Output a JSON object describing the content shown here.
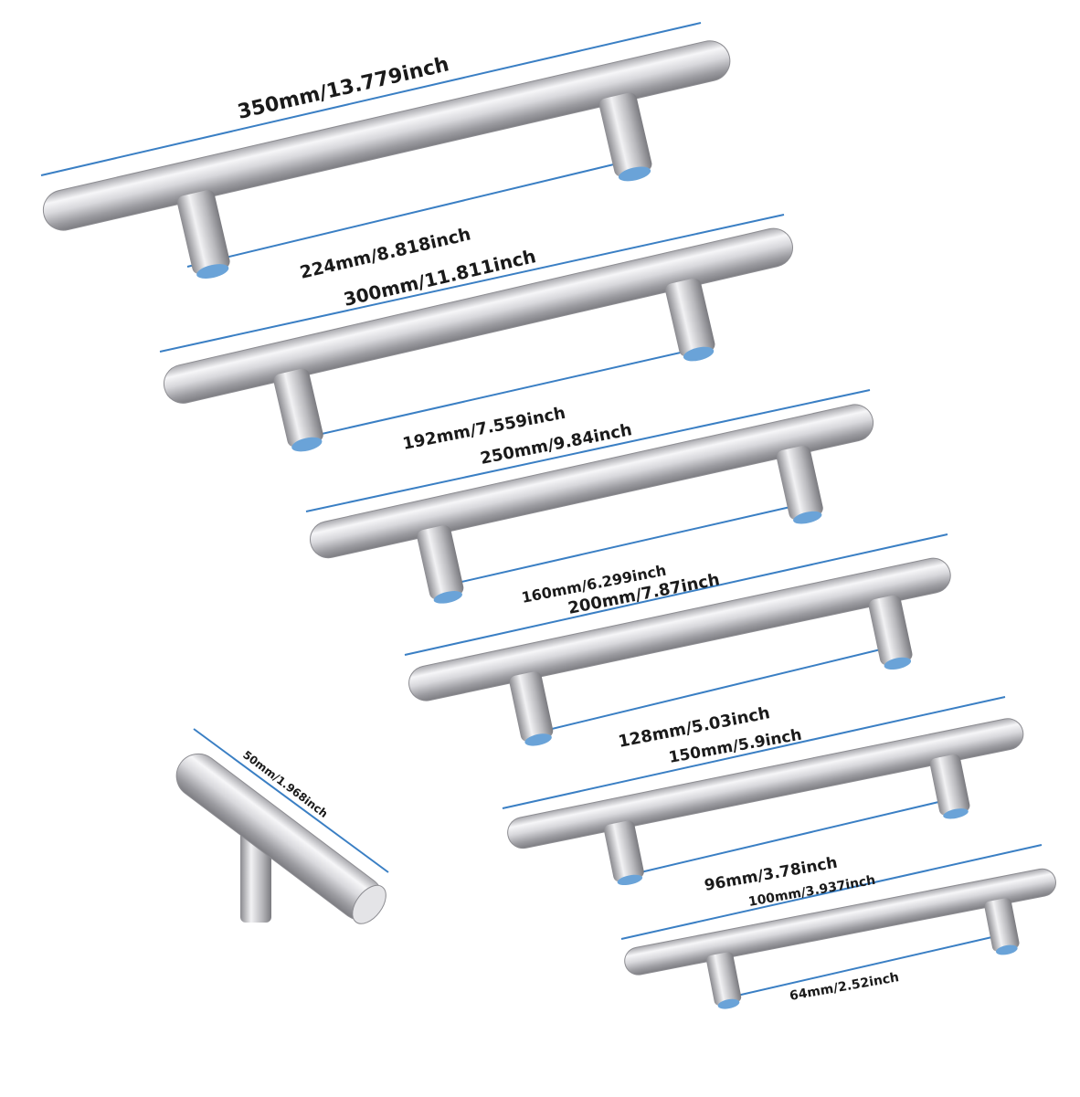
{
  "colors": {
    "measure_line": "#3a7fc4",
    "steel_light": "#f4f4f6",
    "steel_mid": "#c9c9cd",
    "steel_dark": "#8d8d92",
    "foot_cap": "#6aa3d8",
    "label_text": "#1a1a1a"
  },
  "handles": [
    {
      "length_label": "350mm/13.779inch",
      "hole_label": "224mm/8.818inch"
    },
    {
      "length_label": "300mm/11.811inch",
      "hole_label": "192mm/7.559inch"
    },
    {
      "length_label": "250mm/9.84inch",
      "hole_label": "160mm/6.299inch"
    },
    {
      "length_label": "200mm/7.87inch",
      "hole_label": "128mm/5.03inch"
    },
    {
      "length_label": "150mm/5.9inch",
      "hole_label": "96mm/3.78inch"
    },
    {
      "length_label": "100mm/3.937inch",
      "hole_label": "64mm/2.52inch"
    }
  ],
  "knob": {
    "length_label": "50mm/1.968inch"
  }
}
